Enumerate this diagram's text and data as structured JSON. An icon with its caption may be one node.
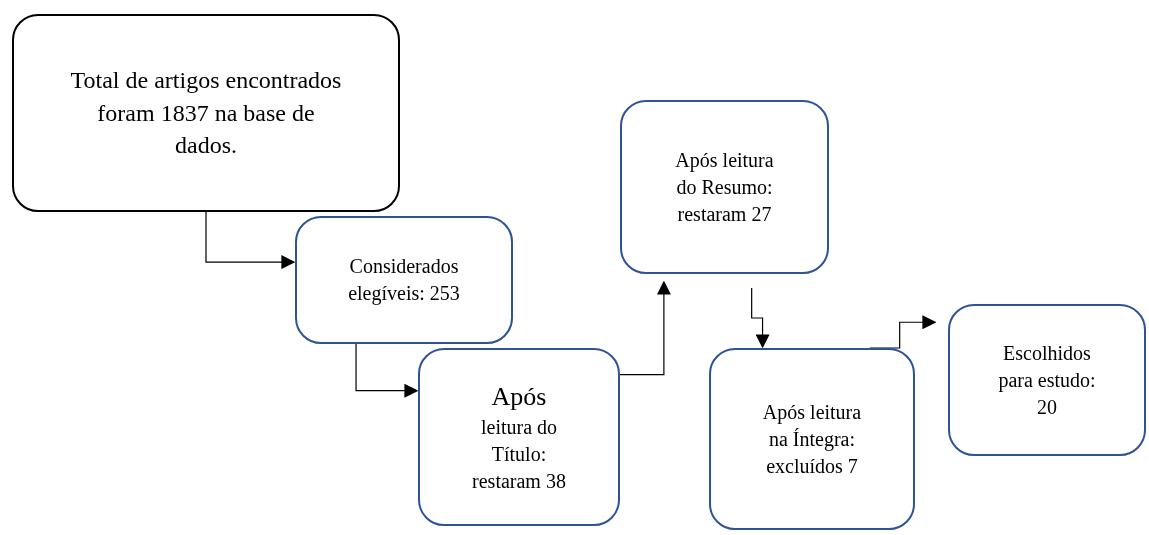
{
  "diagram": {
    "nodes": [
      {
        "text": [
          "Total de artigos encontrados foram 1837 na base de dados."
        ]
      },
      {
        "text": [
          "Considerados elegíveis: 253"
        ]
      },
      {
        "text": [
          "Após",
          "leitura do Título: restaram 38"
        ]
      },
      {
        "text": [
          "Após leitura do Resumo: restaram 27"
        ]
      },
      {
        "text": [
          "Após leitura na Íntegra: excluídos 7"
        ]
      },
      {
        "text": [
          "Escolhidos para estudo: 20"
        ]
      }
    ],
    "edges": [
      {
        "from": 0,
        "to": 1,
        "arrow": "to"
      },
      {
        "from": 1,
        "to": 2,
        "arrow": "to"
      },
      {
        "from": 2,
        "to": 3,
        "arrow": "to"
      },
      {
        "from": 3,
        "to": 4,
        "arrow": "to"
      },
      {
        "from": 4,
        "to": 5,
        "arrow": "to"
      }
    ]
  }
}
